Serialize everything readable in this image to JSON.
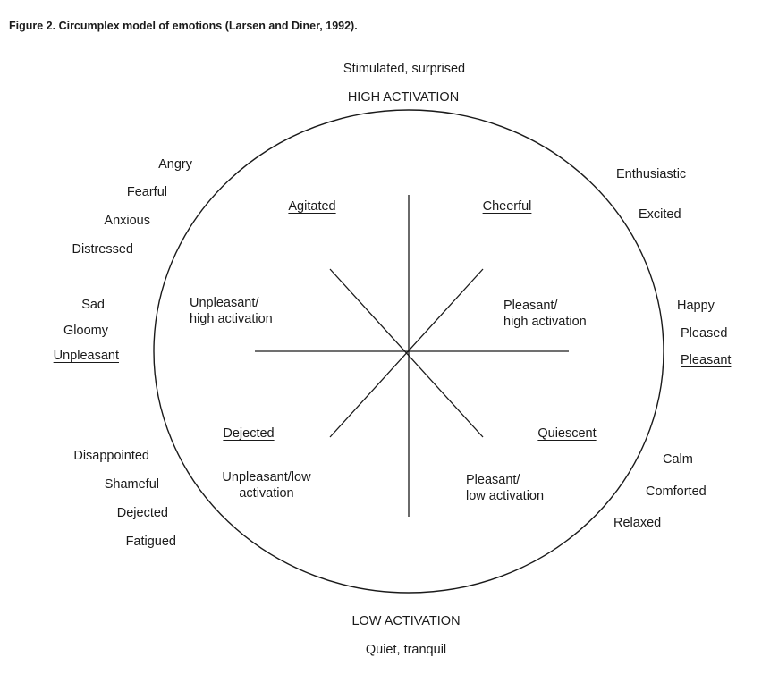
{
  "title": "Figure 2. Circumplex model of emotions (Larsen and Diner, 1992).",
  "poles": {
    "top_descriptor": "Stimulated, surprised",
    "top_axis": "HIGH ACTIVATION",
    "bottom_axis": "LOW ACTIVATION",
    "bottom_descriptor": "Quiet, tranquil"
  },
  "octants": {
    "agitated": "Agitated",
    "cheerful": "Cheerful",
    "dejected": "Dejected",
    "quiescent": "Quiescent"
  },
  "quadrants": {
    "unpleasant_high": "Unpleasant/\nhigh activation",
    "pleasant_high": "Pleasant/\nhigh activation",
    "unpleasant_low": "Unpleasant/low\nactivation",
    "pleasant_low": "Pleasant/\nlow activation"
  },
  "outer": {
    "upper_left": [
      "Angry",
      "Fearful",
      "Anxious",
      "Distressed"
    ],
    "left": [
      "Sad",
      "Gloomy"
    ],
    "left_pole": "Unpleasant",
    "upper_right": [
      "Enthusiastic",
      "Excited"
    ],
    "right": [
      "Happy",
      "Pleased"
    ],
    "right_pole": "Pleasant",
    "lower_left": [
      "Disappointed",
      "Shameful",
      "Dejected",
      "Fatigued"
    ],
    "lower_right": [
      "Calm",
      "Comforted",
      "Relaxed"
    ]
  },
  "colors": {
    "line": "#1a1a1a",
    "text": "#1a1a1a"
  }
}
